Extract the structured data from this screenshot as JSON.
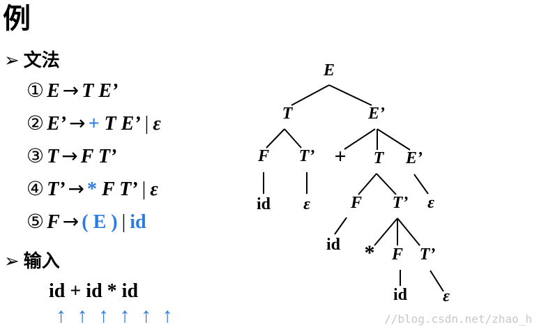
{
  "title": "例",
  "section_grammar": "文法",
  "section_input": "输入",
  "rules": [
    {
      "num": "①",
      "lhs": "E",
      "arrow": "→",
      "rhs": [
        {
          "t": "T E’",
          "c": "black"
        }
      ],
      "alt": ""
    },
    {
      "num": "②",
      "lhs": "E’",
      "arrow": "→",
      "rhs": [
        {
          "t": "+",
          "c": "blue"
        },
        {
          "t": " T E’",
          "c": "black"
        }
      ],
      "alt": "ε"
    },
    {
      "num": "③",
      "lhs": "T",
      "arrow": "→",
      "rhs": [
        {
          "t": "F T’",
          "c": "black"
        }
      ],
      "alt": ""
    },
    {
      "num": "④",
      "lhs": "T’",
      "arrow": "→",
      "rhs": [
        {
          "t": "*",
          "c": "blue"
        },
        {
          "t": " F T’",
          "c": "black"
        }
      ],
      "alt": "ε"
    },
    {
      "num": "⑤",
      "lhs": "F",
      "arrow": "→",
      "rhs": [
        {
          "t": "( E )",
          "c": "blue"
        }
      ],
      "alt": "id",
      "alt_color": "blue"
    }
  ],
  "input_string": "id + id * id",
  "input_arrows": [
    "↑",
    "↑",
    "↑",
    "↑",
    "↑",
    "↑"
  ],
  "colors": {
    "accent": "#2b7be0",
    "text": "#000000"
  },
  "tree": {
    "nodes": [
      {
        "id": "E",
        "label": "E"
      },
      {
        "id": "T1",
        "label": "T"
      },
      {
        "id": "Ep1",
        "label": "E’"
      },
      {
        "id": "F1",
        "label": "F"
      },
      {
        "id": "Tp1",
        "label": "T’"
      },
      {
        "id": "id1",
        "label": "id"
      },
      {
        "id": "eps1",
        "label": "ε"
      },
      {
        "id": "plus",
        "label": "+"
      },
      {
        "id": "T2",
        "label": "T"
      },
      {
        "id": "Ep2",
        "label": "E’"
      },
      {
        "id": "F2",
        "label": "F"
      },
      {
        "id": "Tp2",
        "label": "T’"
      },
      {
        "id": "eps2",
        "label": "ε"
      },
      {
        "id": "id2",
        "label": "id"
      },
      {
        "id": "star",
        "label": "*"
      },
      {
        "id": "F3",
        "label": "F"
      },
      {
        "id": "Tp3",
        "label": "T’"
      },
      {
        "id": "id3",
        "label": "id"
      },
      {
        "id": "eps3",
        "label": "ε"
      }
    ],
    "edges": [
      [
        "E",
        "T1"
      ],
      [
        "E",
        "Ep1"
      ],
      [
        "T1",
        "F1"
      ],
      [
        "T1",
        "Tp1"
      ],
      [
        "F1",
        "id1"
      ],
      [
        "Tp1",
        "eps1"
      ],
      [
        "Ep1",
        "plus"
      ],
      [
        "Ep1",
        "T2"
      ],
      [
        "Ep1",
        "Ep2"
      ],
      [
        "T2",
        "F2"
      ],
      [
        "T2",
        "Tp2"
      ],
      [
        "Ep2",
        "eps2"
      ],
      [
        "F2",
        "id2"
      ],
      [
        "Tp2",
        "star"
      ],
      [
        "Tp2",
        "F3"
      ],
      [
        "Tp2",
        "Tp3"
      ],
      [
        "F3",
        "id3"
      ],
      [
        "Tp3",
        "eps3"
      ]
    ]
  },
  "watermark": "//blog.csdn.net/zhao_h"
}
